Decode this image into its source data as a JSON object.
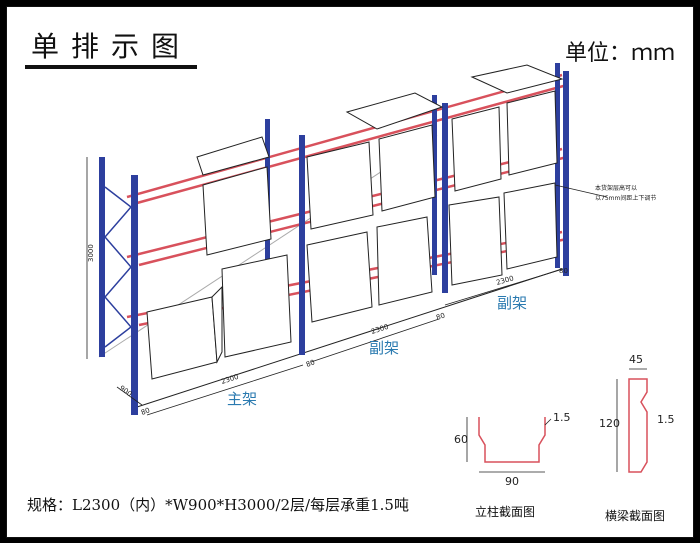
{
  "header": {
    "title": "单排示图",
    "unit": "单位：ｍｍ"
  },
  "labels": {
    "main_rack": "主架",
    "sub_rack_1": "副架",
    "sub_rack_2": "副架"
  },
  "dims": {
    "height": "3000",
    "bay1_length": "2300",
    "bay2_length": "2300",
    "bay3_length": "2300",
    "post_width_1": "80",
    "post_width_2": "80",
    "post_width_3": "80",
    "depth": "900",
    "depth_end": "80"
  },
  "note": {
    "line1": "本货架层高可以",
    "line2": "以75mm间距上下调节"
  },
  "column_section": {
    "caption": "立柱截面图",
    "height": "60",
    "width": "90",
    "thickness": "1.5"
  },
  "beam_section": {
    "caption": "横梁截面图",
    "width": "45",
    "height": "120",
    "thickness": "1.5"
  },
  "footer": {
    "spec": "规格：L2300（内）*W900*H3000/2层/每层承重1.5吨"
  },
  "colors": {
    "upright": "#2d3f9e",
    "beam": "#d8515c",
    "line": "#222222",
    "label": "#2a7ab0"
  }
}
